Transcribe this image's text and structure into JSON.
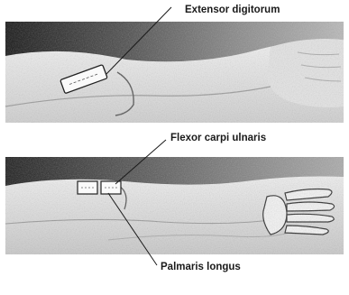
{
  "labels": {
    "extensor": "Extensor digitorum",
    "flexor": "Flexor carpi ulnaris",
    "palmaris": "Palmaris longus"
  },
  "colors": {
    "ink": "#1a1a1a",
    "photo_dark": "#3a3a3a",
    "skin": "#d8d8d8",
    "background": "#ffffff"
  }
}
